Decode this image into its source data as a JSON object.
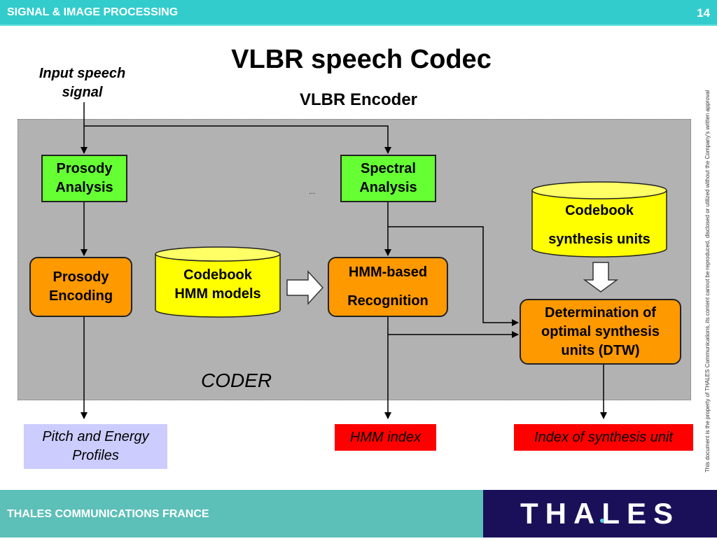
{
  "header": {
    "section": "SIGNAL & IMAGE PROCESSING",
    "page_number": "14"
  },
  "title": "VLBR speech Codec",
  "subtitle": "VLBR Encoder",
  "input_label": "Input speech signal",
  "panel_label": "CODER",
  "ellipsis": "...",
  "nodes": {
    "prosody_analysis": "Prosody Analysis",
    "spectral_analysis": "Spectral Analysis",
    "codebook_synthesis": {
      "line1": "Codebook",
      "line2": "synthesis units"
    },
    "prosody_encoding": "Prosody Encoding",
    "codebook_hmm": {
      "line1": "Codebook",
      "line2": "HMM models"
    },
    "hmm_recognition": {
      "line1": "HMM-based",
      "line2": "Recognition"
    },
    "dtw": "Determination of optimal synthesis units (DTW)"
  },
  "outputs": {
    "pitch_energy": "Pitch and Energy Profiles",
    "hmm_index": "HMM index",
    "synthesis_index": "Index of synthesis unit"
  },
  "colors": {
    "header_bar": "#33cccc",
    "footer_bar": "#5cbfb8",
    "logo_bg": "#1a1059",
    "panel": "#b2b2b2",
    "analysis_box": "#66ff33",
    "process_box": "#ff9900",
    "codebook": "#ffff00",
    "output_blue": "#ccccff",
    "output_red": "#ff0000"
  },
  "side_note": "This document is the property of THALES Communications, its content cannot be reproduced, disclosed or utilized without the Company's written approval",
  "footer": {
    "company": "THALES COMMUNICATIONS FRANCE",
    "logo": "THALES"
  }
}
